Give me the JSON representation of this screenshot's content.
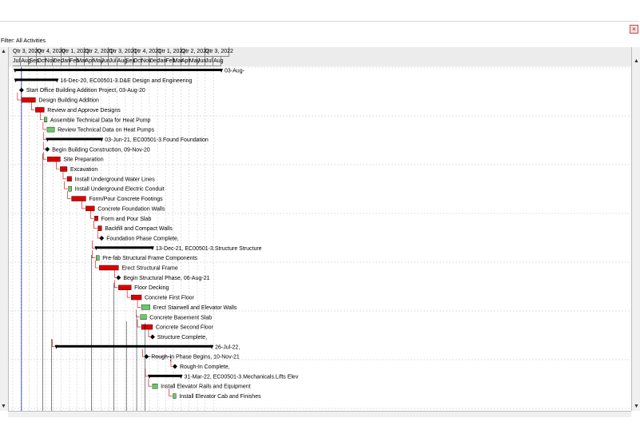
{
  "filter_label": "Filter: All Activities",
  "close_glyph": "×",
  "scroll_up_glyph": "▲",
  "scroll_down_glyph": "▼",
  "quarters": [
    "Qtr 3, 2020",
    "Qtr 4, 2020",
    "Qtr 1, 2021",
    "Qtr 2, 2021",
    "Qtr 3, 2021",
    "Qtr 4, 2021",
    "Qtr 1, 2022",
    "Qtr 2, 2022",
    "Qtr 3, 2022"
  ],
  "months": [
    "Jul",
    "Aug",
    "Sep",
    "Oct",
    "Nov",
    "Dec",
    "Jan",
    "Feb",
    "Mar",
    "Apr",
    "May",
    "Jun",
    "Jul",
    "Aug",
    "Sep",
    "Oct",
    "Nov",
    "Dec",
    "Jan",
    "Feb",
    "Mar",
    "Apr",
    "May",
    "Jun",
    "Jul",
    "Aug"
  ],
  "colors": {
    "critical": "#dd0000",
    "noncritical": "#66cc66",
    "summary": "#000000",
    "grid": "#c0c0c0",
    "link": "#cc0000"
  },
  "activities": [
    {
      "type": "summary",
      "start": "2020-07-10",
      "end": "2022-08-31",
      "label": "03-Aug-"
    },
    {
      "type": "summary",
      "start": "2020-07-12",
      "end": "2020-12-16",
      "label": "16-Dec-20, EC00501-3.D&E  Design and Engineering"
    },
    {
      "type": "milestone",
      "start": "2020-08-03",
      "label": "Start Office Building Addition Project, 03-Aug-20"
    },
    {
      "type": "critical",
      "start": "2020-08-03",
      "end": "2020-09-25",
      "label": "Design Building Addition"
    },
    {
      "type": "critical",
      "start": "2020-09-25",
      "end": "2020-10-28",
      "label": "Review and Approve Designs"
    },
    {
      "type": "noncritical",
      "start": "2020-10-28",
      "end": "2020-11-08",
      "label": "Assemble Technical Data for Heat Pump"
    },
    {
      "type": "noncritical",
      "start": "2020-11-08",
      "end": "2020-12-06",
      "label": "Review Technical Data on Heat Pumps"
    },
    {
      "type": "summary",
      "start": "2020-11-09",
      "end": "2021-06-03",
      "label": "03-Jun-21, EC00501-3.Found  Foundation"
    },
    {
      "type": "milestone",
      "start": "2020-11-09",
      "label": "Begin Building Construction, 09-Nov-20"
    },
    {
      "type": "critical",
      "start": "2020-11-09",
      "end": "2020-12-28",
      "label": "Site Preparation"
    },
    {
      "type": "critical",
      "start": "2020-12-28",
      "end": "2021-01-23",
      "label": "Excavation"
    },
    {
      "type": "critical",
      "start": "2021-01-23",
      "end": "2021-02-09",
      "label": "Install Underground Water Lines"
    },
    {
      "type": "noncritical",
      "start": "2021-01-28",
      "end": "2021-02-09",
      "label": "Install Underground Electric Conduit"
    },
    {
      "type": "critical",
      "start": "2021-02-09",
      "end": "2021-04-04",
      "label": "Form/Pour Concrete Footings"
    },
    {
      "type": "critical",
      "start": "2021-04-04",
      "end": "2021-05-07",
      "label": "Concrete Foundation Walls"
    },
    {
      "type": "critical",
      "start": "2021-05-07",
      "end": "2021-05-20",
      "label": "Form and Pour Slab"
    },
    {
      "type": "critical",
      "start": "2021-05-20",
      "end": "2021-06-03",
      "label": "Backfill and Compact Walls"
    },
    {
      "type": "milestone",
      "start": "2021-06-03",
      "label": "Foundation Phase Complete,"
    },
    {
      "type": "summary",
      "start": "2021-05-13",
      "end": "2021-12-13",
      "label": "13-Dec-21, EC00501-3.Structure  Structure"
    },
    {
      "type": "noncritical",
      "start": "2021-05-13",
      "end": "2021-05-25",
      "label": "Pre-fab Structural Frame Components"
    },
    {
      "type": "critical",
      "start": "2021-05-25",
      "end": "2021-08-06",
      "label": "Erect Structural Frame"
    },
    {
      "type": "milestone",
      "start": "2021-08-06",
      "label": "Begin Structural Phase, 06-Aug-21"
    },
    {
      "type": "critical",
      "start": "2021-08-06",
      "end": "2021-09-23",
      "label": "Floor Decking"
    },
    {
      "type": "critical",
      "start": "2021-09-23",
      "end": "2021-11-01",
      "label": "Concrete First Floor"
    },
    {
      "type": "noncritical",
      "start": "2021-11-01",
      "end": "2021-12-03",
      "label": "Erect Stairwell and Elevator Walls"
    },
    {
      "type": "noncritical",
      "start": "2021-10-28",
      "end": "2021-11-20",
      "label": "Concrete Basement Slab"
    },
    {
      "type": "critical",
      "start": "2021-11-01",
      "end": "2021-12-13",
      "label": "Concrete Second Floor"
    },
    {
      "type": "milestone",
      "start": "2021-12-13",
      "label": "Structure Complete,"
    },
    {
      "type": "summary",
      "start": "2020-12-13",
      "end": "2022-07-26",
      "label": "26-Jul-22,"
    },
    {
      "type": "milestone",
      "start": "2021-11-20",
      "label": "Rough-In Phase Begins, 10-Nov-21",
      "dashed_to": "2022-02-20"
    },
    {
      "type": "milestone",
      "start": "2022-03-08",
      "label": "Rough-In Complete,"
    },
    {
      "type": "summary",
      "start": "2021-12-01",
      "end": "2022-03-31",
      "label": "31-Mar-22, EC00501-3.Mechanicals.Lifts  Elev"
    },
    {
      "type": "noncritical",
      "start": "2021-12-13",
      "end": "2022-01-01",
      "label": "Install Elevator Rails and Equipment"
    },
    {
      "type": "noncritical",
      "start": "2022-03-01",
      "end": "2022-03-12",
      "label": "Install Elevator Cab and Finishes"
    }
  ]
}
